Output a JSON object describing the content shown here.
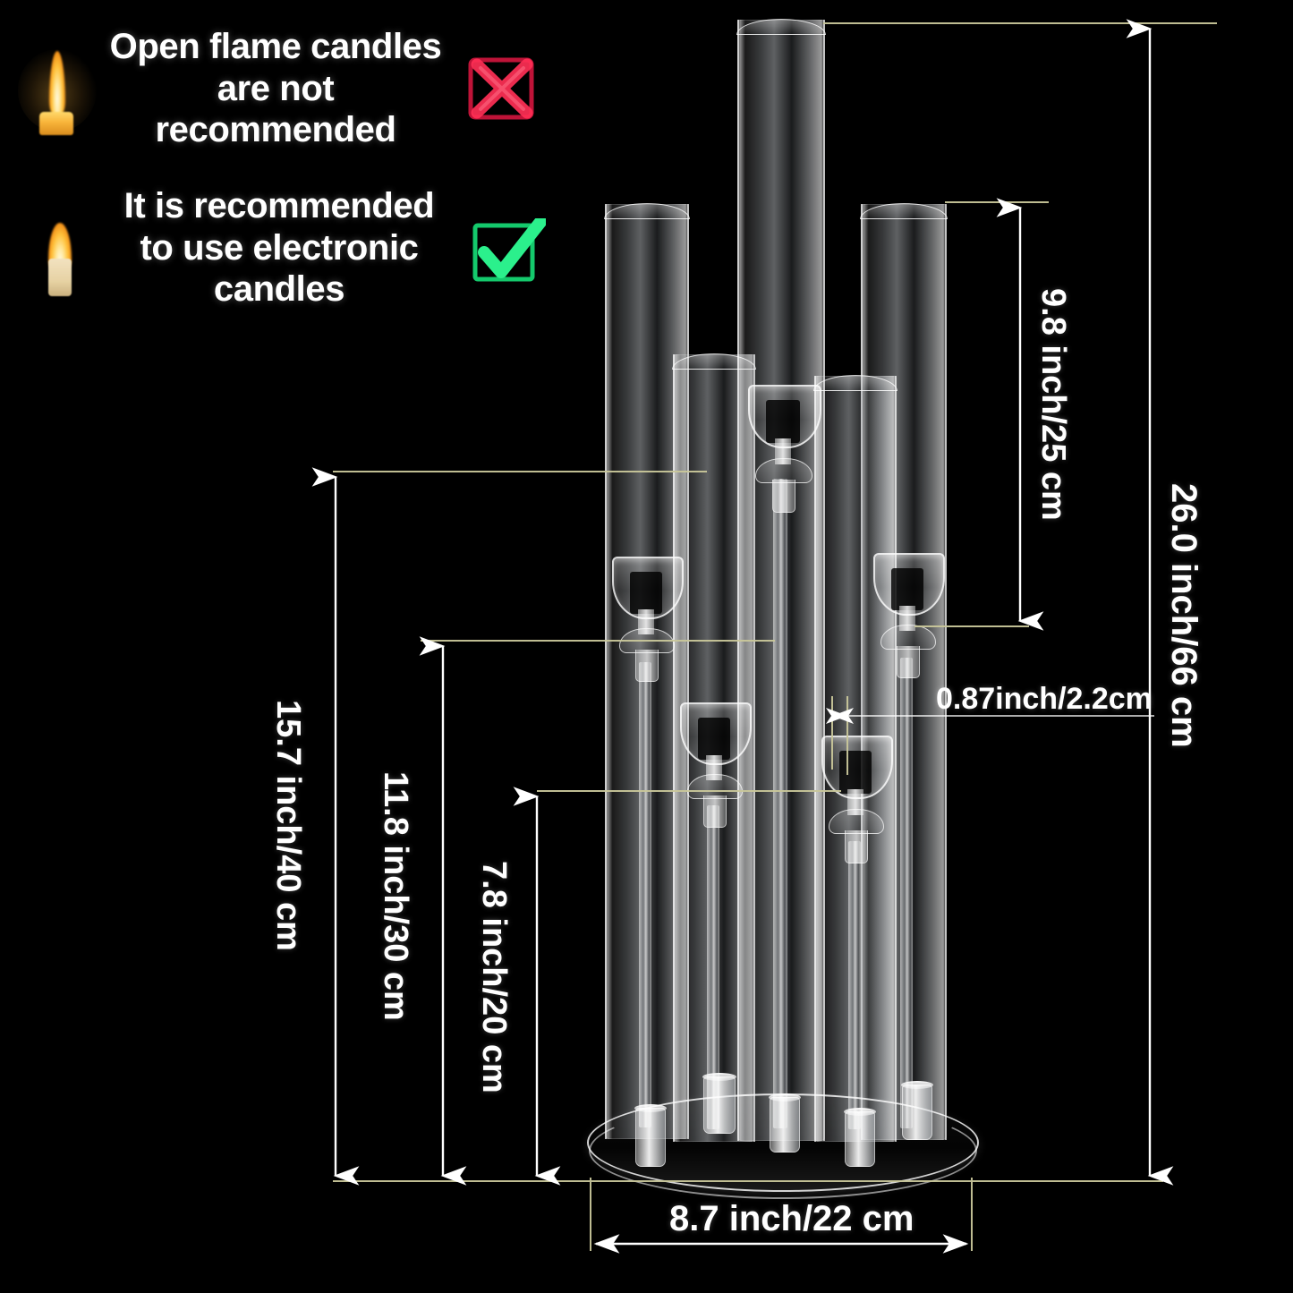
{
  "notices": [
    {
      "id": "open-flame",
      "text": "Open flame candles are not recommended",
      "icon": "candle-flame-icon",
      "mark": "red-x-mark",
      "mark_color": "#f2214b"
    },
    {
      "id": "electronic-candle",
      "text": "It is recommended to use electronic candles",
      "icon": "electronic-candle-icon",
      "mark": "green-check-mark",
      "mark_color": "#19e07a"
    }
  ],
  "dimensions": {
    "overall_height": "26.0 inch/66 cm",
    "tallest_tube": "9.8 inch/25 cm",
    "arm_1": "15.7 inch/40 cm",
    "arm_2": "11.8 inch/30 cm",
    "arm_3": "7.8 inch/20 cm",
    "cup_diameter": "0.87inch/2.2cm",
    "base_diameter": "8.7 inch/22 cm"
  },
  "colors": {
    "background": "#000000",
    "leader_line": "#c9c79a",
    "dimension_line": "#ffffff",
    "glass": "#dfe5ea",
    "warning_text": "#ffffff"
  },
  "product": {
    "name": "5-arm clear acrylic candelabra candle holder",
    "tube_count": 5
  }
}
